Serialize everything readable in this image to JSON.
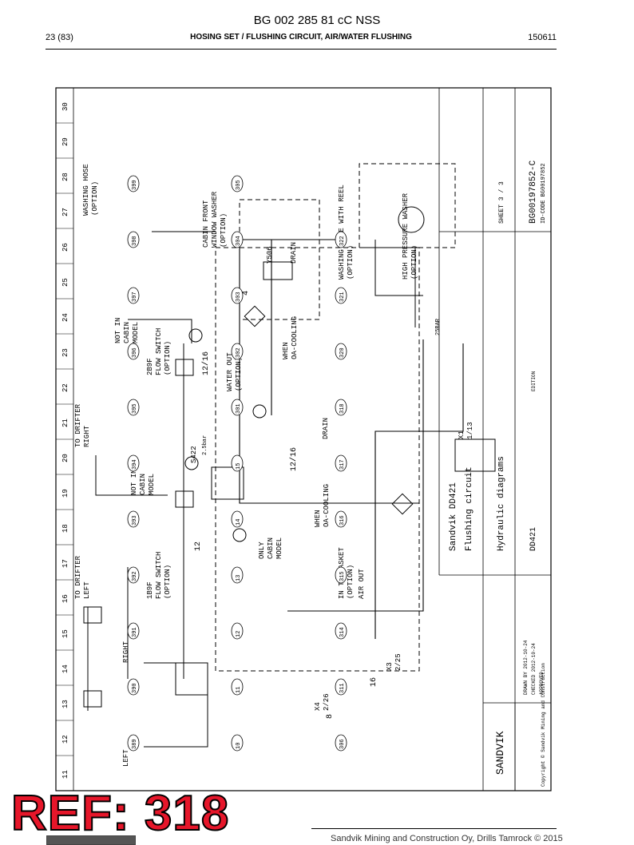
{
  "header": {
    "doc_title": "BG 002 285 81 cC NSS",
    "page": "23 (83)",
    "section": "HOSING SET / FLUSHING CIRCUIT, AIR/WATER FLUSHING",
    "date": "150611"
  },
  "grid_numbers": [
    "11",
    "12",
    "13",
    "14",
    "15",
    "16",
    "17",
    "18",
    "19",
    "20",
    "21",
    "22",
    "23",
    "24",
    "25",
    "26",
    "27",
    "28",
    "29",
    "30"
  ],
  "labels": {
    "washing_hose": [
      "WASHING HOSE",
      "(OPTION)"
    ],
    "cabin_front": [
      "CABIN FRONT",
      "WINDOW WASHER",
      "(OPTION)"
    ],
    "washing_reel": [
      "WASHING HOSE WITH REEL",
      "(OPTION)"
    ],
    "hp_washer": [
      "HIGH PRESSURE WASHER",
      "(OPTION)"
    ],
    "drain1": "DRAIN",
    "drain2": "DRAIN",
    "y506": "Y506",
    "not_in_cabin_1": [
      "NOT IN",
      "CABIN",
      "MODEL"
    ],
    "not_in_cabin_2": [
      "NOT IN",
      "CABIN",
      "MODEL"
    ],
    "only_cabin": [
      "ONLY",
      "CABIN",
      "MODEL"
    ],
    "when_oa_1": [
      "WHEN",
      "OA-COOLING"
    ],
    "when_oa_2": [
      "WHEN",
      "OA-COOLING"
    ],
    "water_out": [
      "WATER OUT",
      "(OPTION)"
    ],
    "flow_2b9f": [
      "2B9F",
      "FLOW SWITCH",
      "(OPTION)"
    ],
    "flow_1b9f": [
      "1B9F",
      "FLOW SWITCH",
      "(OPTION)"
    ],
    "to_drifter_right": [
      "TO DRIFTER",
      "RIGHT"
    ],
    "to_drifter_left": [
      "TO DRIFTER",
      "LEFT"
    ],
    "right": "RIGHT",
    "left": "LEFT",
    "s422": "S422",
    "bar2": "2.5bar",
    "bar25": "25BAR",
    "in_basket": [
      "IN TO BASKET",
      "(OPTION)"
    ],
    "air_out": "AIR OUT",
    "x1": [
      "X1",
      "1/13"
    ],
    "x3": [
      "X3",
      "2/25"
    ],
    "x4": [
      "X4",
      "2/26"
    ],
    "size_12_16": "12/16",
    "size_12": "12",
    "size_16": "16",
    "size_8": "8",
    "size_4": "4"
  },
  "refs": [
    "389",
    "390",
    "391",
    "392",
    "393",
    "394",
    "395",
    "396",
    "397",
    "398",
    "399",
    "10",
    "11",
    "12",
    "13",
    "14",
    "15",
    "301",
    "302",
    "303",
    "304",
    "305",
    "306",
    "311",
    "314",
    "315",
    "316",
    "317",
    "318",
    "320",
    "321",
    "322"
  ],
  "title_block": {
    "company": "Sandvik DD421",
    "subtitle": "Flushing circuit",
    "kind": "Hydraulic diagrams",
    "model": "DD421",
    "doc_no": "BG00197852-C",
    "sheet": "SHEET  3 / 3",
    "id_code": "ID-CODE BG00197852",
    "drawn": "DRAWN BY  2012-10-24",
    "checked": "CHECKED  2012-10-24",
    "approved": "APPROVED",
    "edition": "EDITION",
    "logo": "SANDVIK",
    "copyright": "Copyright © Sandvik Mining and Construction"
  },
  "stamp": "REF: 318",
  "footer": "Sandvik Mining and Construction Oy, Drills Tamrock © 2015"
}
